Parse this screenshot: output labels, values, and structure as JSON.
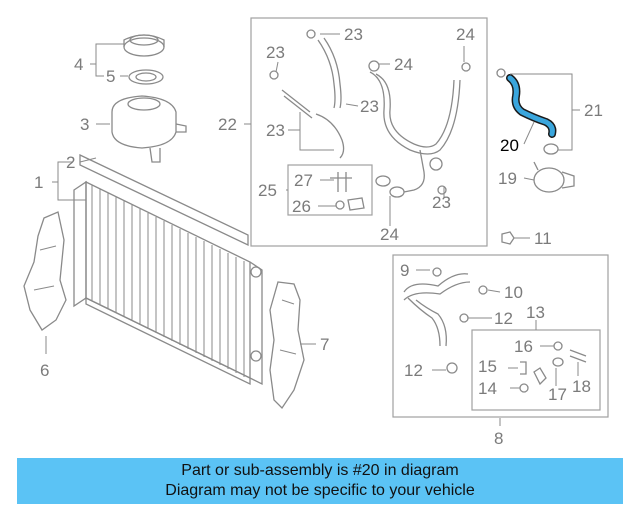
{
  "callouts": {
    "c1": "1",
    "c2": "2",
    "c3": "3",
    "c4": "4",
    "c5": "5",
    "c6": "6",
    "c7": "7",
    "c8": "8",
    "c9": "9",
    "c10": "10",
    "c11": "11",
    "c12a": "12",
    "c12b": "12",
    "c13": "13",
    "c14": "14",
    "c15": "15",
    "c16": "16",
    "c17": "17",
    "c18": "18",
    "c19": "19",
    "c20": "20",
    "c21": "21",
    "c22": "22",
    "c23a": "23",
    "c23b": "23",
    "c23c": "23",
    "c23d": "23",
    "c23e": "23",
    "c24a": "24",
    "c24b": "24",
    "c24c": "24",
    "c25": "25",
    "c26": "26",
    "c27": "27"
  },
  "banner": {
    "line1": "Part or sub-assembly is #20 in diagram",
    "line2": "Diagram may not be specific to your vehicle"
  },
  "colors": {
    "highlight_part": "#3aa6dd",
    "banner_bg": "#5bc3f5",
    "line_art": "#8a8a8a"
  }
}
